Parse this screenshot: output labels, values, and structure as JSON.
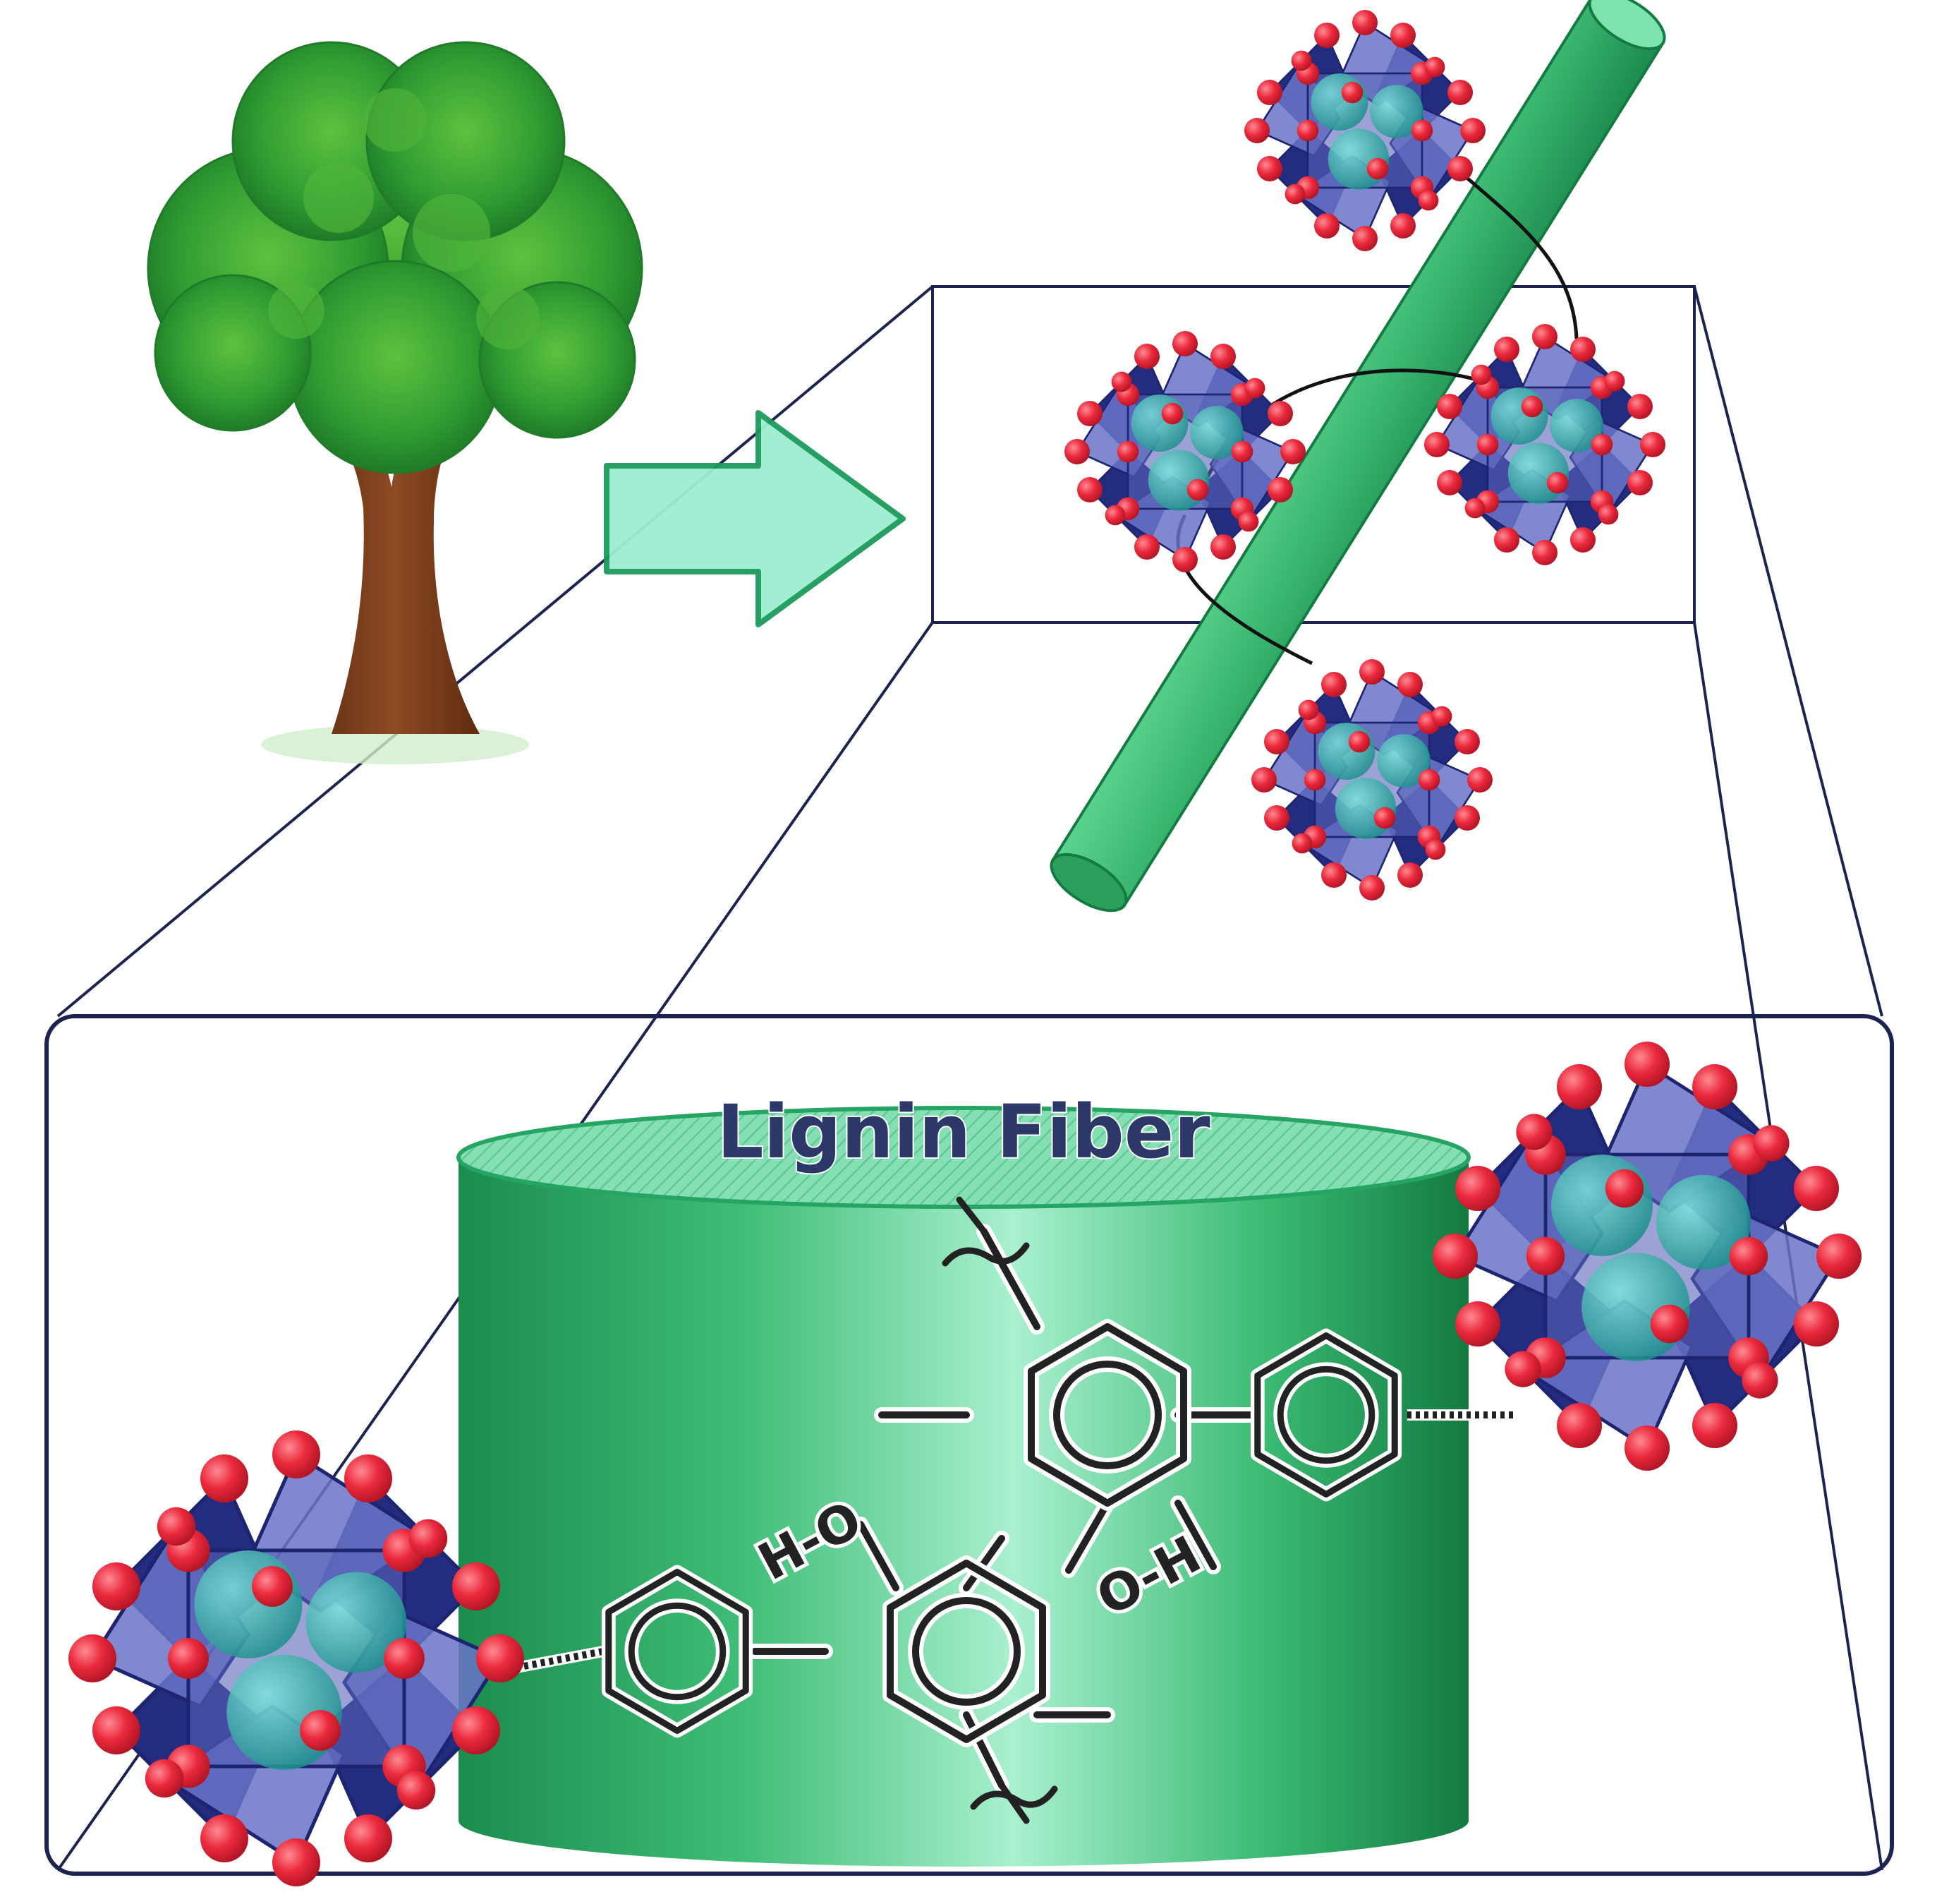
{
  "title": "Lignin Fiber",
  "molecule": {
    "hydroxyl_left": "H-O",
    "hydroxyl_right": "O-H"
  },
  "colors": {
    "fiber_green": "#3fbd76",
    "fiber_green_dark": "#138a4a",
    "arrow_fill": "#9eeed0",
    "arrow_stroke": "#1c9a5c",
    "frame_navy": "#1c2350",
    "title_navy": "#2c3968",
    "polyhedron_blue": "#5a64b9",
    "polyhedron_dark": "#232c7c",
    "oxygen_red": "#ea2a3c",
    "metal_teal": "#2aa8a2",
    "tree_trunk": "#7a3f1c",
    "tree_leaves": "#2e9a32",
    "bond_black": "#222222"
  },
  "icons": [
    "tree-icon",
    "arrow-right-icon",
    "fiber-cylinder-icon",
    "polyoxometalate-cluster-icon",
    "zoom-frame-icon"
  ]
}
